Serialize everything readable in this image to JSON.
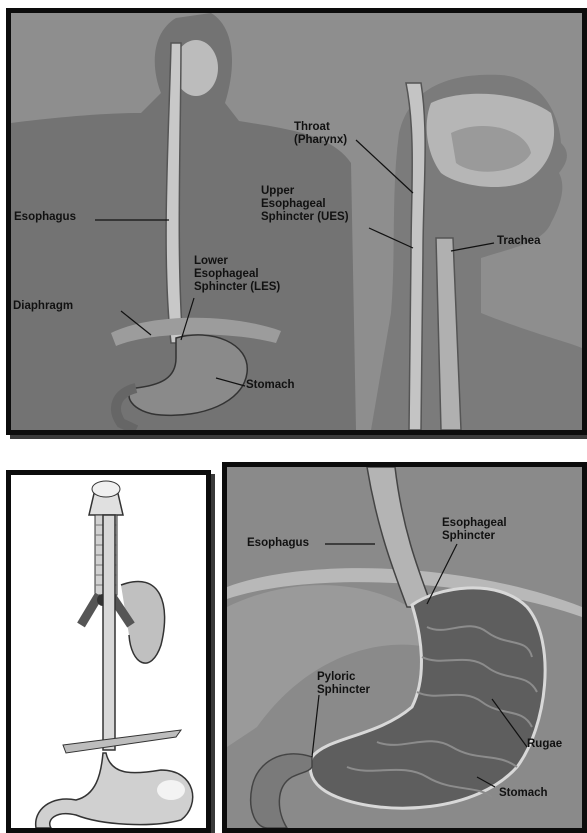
{
  "diagram": {
    "top_panel": {
      "labels": {
        "esophagus": "Esophagus",
        "lower_esophageal_sphincter": "Lower\nEsophageal\nSphincter (LES)",
        "diaphragm": "Diaphragm",
        "stomach": "Stomach",
        "throat": "Throat\n(Pharynx)",
        "upper_esophageal_sphincter": "Upper\nEsophageal\nSphincter (UES)",
        "trachea": "Trachea"
      }
    },
    "bottom_right_panel": {
      "labels": {
        "esophagus": "Esophagus",
        "esophageal_sphincter": "Esophageal\nSphincter",
        "pyloric_sphincter": "Pyloric\nSphincter",
        "rugae": "Rugae",
        "stomach": "Stomach"
      }
    },
    "colors": {
      "panel_border": "#0c0c0c",
      "background_gray": "#8e8e8e",
      "body_silhouette": "#6f6f6f",
      "label_text": "#111111"
    }
  }
}
